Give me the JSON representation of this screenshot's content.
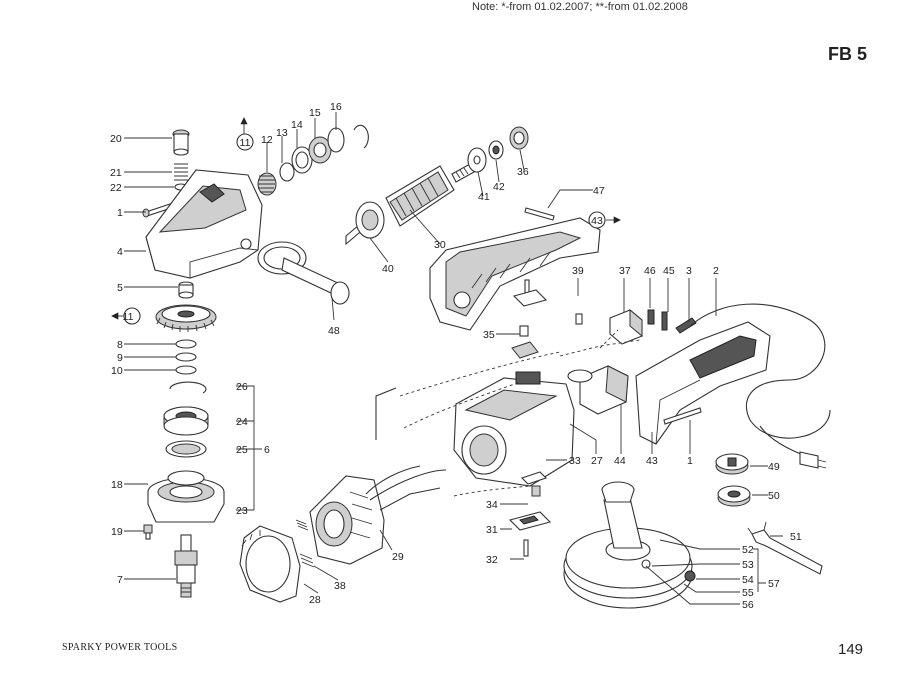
{
  "header": {
    "note": "Note: *-from 01.02.2007; **-from 01.02.2008",
    "code": "FB 5"
  },
  "footer": {
    "brand": "SPARKY POWER TOOLS",
    "page": "149"
  },
  "callouts": {
    "c1a": "1",
    "c1b": "1",
    "c2": "2",
    "c3": "3",
    "c4": "4",
    "c5": "5",
    "c6": "6",
    "c7": "7",
    "c8": "8",
    "c9": "9",
    "c10": "10",
    "c11a": "11",
    "c11b": "11",
    "c12": "12",
    "c13": "13",
    "c14": "14",
    "c15": "15",
    "c16": "16",
    "c18": "18",
    "c19": "19",
    "c20": "20",
    "c21": "21",
    "c22": "22",
    "c23": "23",
    "c24": "24",
    "c25": "25",
    "c26": "26",
    "c27": "27",
    "c28": "28",
    "c29": "29",
    "c30": "30",
    "c31": "31",
    "c32": "32",
    "c33": "33",
    "c34": "34",
    "c35": "35",
    "c36": "36",
    "c37": "37",
    "c38": "38",
    "c39": "39",
    "c40": "40",
    "c41": "41",
    "c42": "42",
    "c43a": "43",
    "c43b": "43",
    "c44": "44",
    "c45": "45",
    "c46": "46",
    "c47": "47",
    "c48": "48",
    "c49": "49",
    "c50": "50",
    "c51": "51",
    "c52": "52",
    "c53": "53",
    "c54": "54",
    "c55": "55",
    "c56": "56",
    "c57": "57"
  }
}
